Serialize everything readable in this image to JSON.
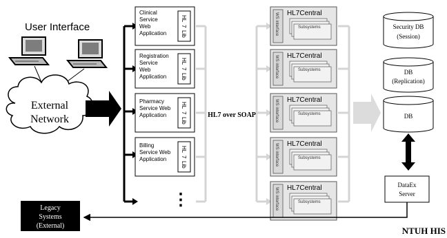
{
  "user_interface": {
    "title": "User Interface"
  },
  "network": {
    "line1": "External",
    "line2": "Network"
  },
  "web_apps": [
    {
      "lines": [
        "Clinical",
        "Service",
        "Web",
        "Application"
      ]
    },
    {
      "lines": [
        "Registration",
        "Service",
        "Web",
        "Application"
      ]
    },
    {
      "lines": [
        "Pharmacy",
        "Service Web",
        "Application"
      ]
    },
    {
      "lines": [
        "Billing",
        "Service Web",
        "Application"
      ]
    }
  ],
  "lib_label": [
    "HL",
    "7",
    "Lib"
  ],
  "more_indicator": "⋮",
  "transport_label": "HL7 over SOAP",
  "hl7central": {
    "title": "HL7Central",
    "interface_label": "WS interface",
    "subsystem_label": "Subsystems"
  },
  "databases": {
    "security": [
      "Security DB",
      "(Session)"
    ],
    "replication": [
      "DB",
      "(Replication)"
    ],
    "main": [
      "DB"
    ]
  },
  "dataex": [
    "DataEx",
    "Server"
  ],
  "legacy": [
    "Legacy",
    "Systems",
    "(External)"
  ],
  "footer_label": "NTUH HIS"
}
